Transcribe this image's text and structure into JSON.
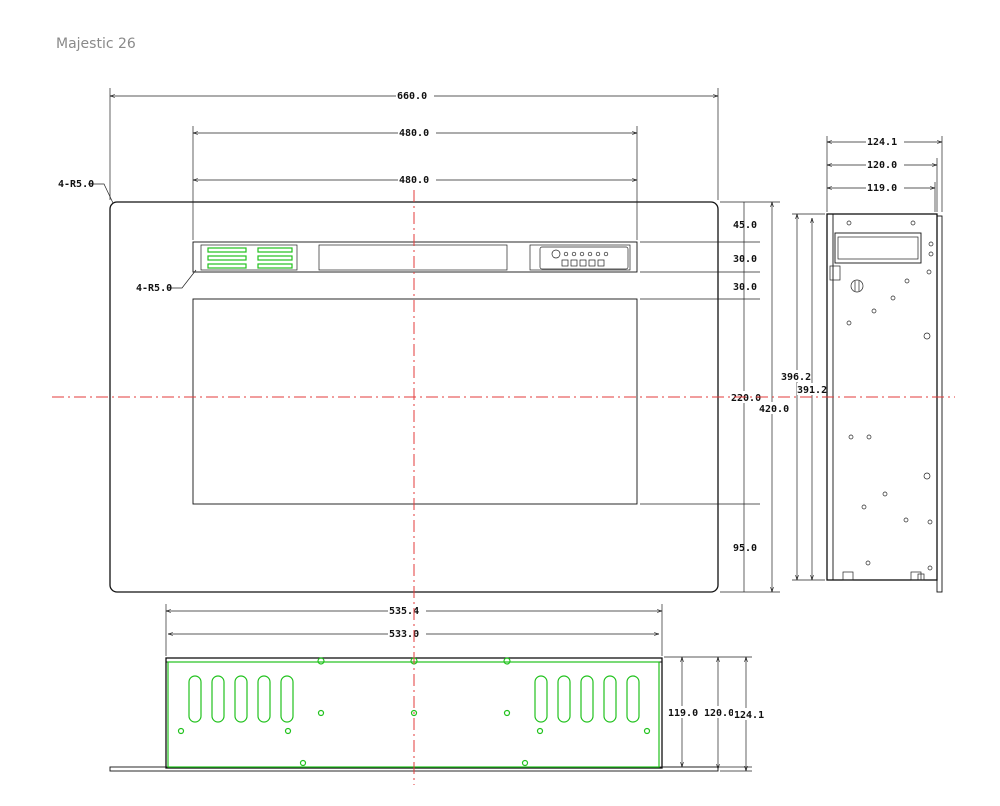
{
  "caption": "Majestic 26",
  "front_view": {
    "overall_width": "660.0",
    "opening_width_1": "480.0",
    "opening_width_2": "480.0",
    "corner_radius_outer": "4-R5.0",
    "corner_radius_inner": "4-R5.0",
    "height_top": "45.0",
    "height_panel": "30.0",
    "height_gap": "30.0",
    "height_window": "220.0",
    "height_bottom": "95.0",
    "height_total": "420.0"
  },
  "side_view": {
    "depth_1": "124.1",
    "depth_2": "120.0",
    "depth_3": "119.0",
    "height_1": "396.2",
    "height_2": "391.2"
  },
  "top_view": {
    "width_1": "535.4",
    "width_2": "533.0",
    "depth_1": "119.0",
    "depth_2": "120.0",
    "depth_3": "124.1"
  },
  "colors": {
    "outline": "#111111",
    "highlight": "#21c21d",
    "centerline": "#e33b3b"
  }
}
